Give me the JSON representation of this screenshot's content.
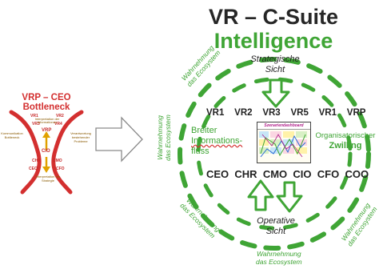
{
  "title": {
    "line1": "VR – C-Suite",
    "line2": "Intelligence"
  },
  "strategic": {
    "line1": "Strategische",
    "line2": "Sicht"
  },
  "operative": {
    "line1": "Operative",
    "line2": "Sicht"
  },
  "vr_row": [
    "VR1",
    "VR2",
    "VR3",
    "VR5",
    "VR1",
    "VRP"
  ],
  "csuite_row": [
    "CEO",
    "CHR",
    "CMO",
    "CIO",
    "CFO",
    "COO"
  ],
  "left_label": {
    "line1": "Breiter",
    "line2": "Informations-",
    "line3": "fluss"
  },
  "right_label": {
    "line1": "Organisatorischer",
    "line2": "Zwilling"
  },
  "ecosystem": {
    "line1": "Wahrnehmung",
    "line2": "das Ecosystem"
  },
  "dashboard_header": "Szenariendashboard",
  "bottleneck": {
    "title_line1": "VRP – CEO",
    "title_line2": "Bottleneck",
    "vrp": "VRP",
    "vr_nodes": [
      "VR1",
      "VR2",
      "VR3",
      "VR4"
    ],
    "c_nodes": [
      "CIO",
      "CHR",
      "CMO",
      "CFO"
    ],
    "ceo": "CEO",
    "side_left": "Kommunikation Bottleneck",
    "side_right": "Verantwortung bestehender Probleme",
    "mid_top": "Interpretation der Informationen",
    "mid_bottom": "Interpretation der Strategie"
  },
  "colors": {
    "green": "#3fa535",
    "red": "#d32f2f",
    "dark": "#262626"
  }
}
